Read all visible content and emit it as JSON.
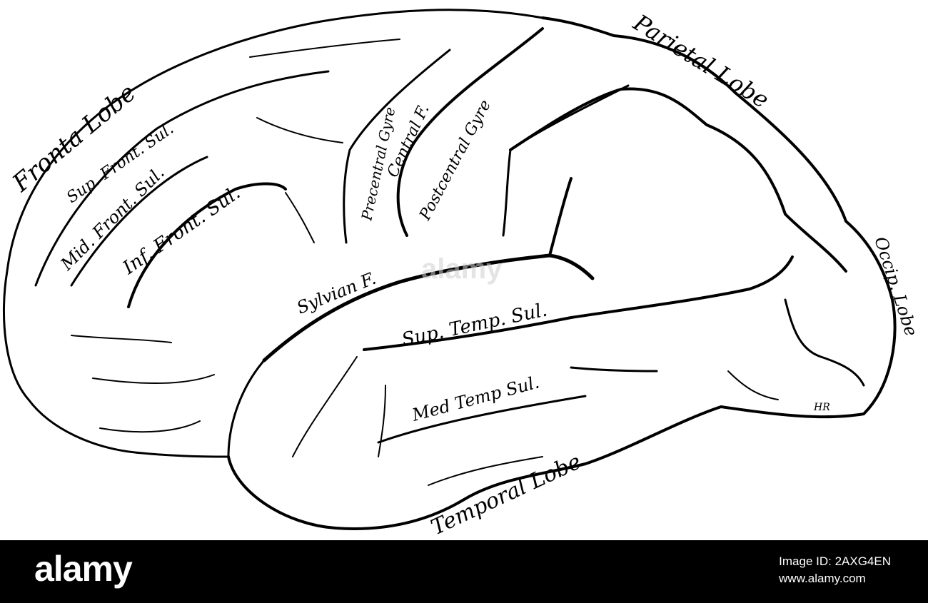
{
  "labels": {
    "frontal_lobe": "Fronta Lobe",
    "sup_front_sul": "Sup. Front. Sul.",
    "mid_front_sul": "Mid. Front. Sul.",
    "inf_front_sul": "Inf. Front. Sul.",
    "precentral_gyre": "Precentral Gyre",
    "central_f": "Central F.",
    "postcentral_gyre": "Postcentral Gyre",
    "parietal_lobe": "Parietal Lobe",
    "occip_lobe": "Occip. Lobe",
    "sylvian_f": "Sylvian F.",
    "sup_temp_sul": "Sup. Temp. Sul.",
    "med_temp_sul": "Med Temp Sul.",
    "temporal_lobe": "Temporal Lobe",
    "artist_initials": "HR"
  },
  "watermark": "alamy",
  "footer": {
    "brand": "alamy",
    "image_id": "Image ID: 2AXG4EN",
    "site": "www.alamy.com"
  }
}
